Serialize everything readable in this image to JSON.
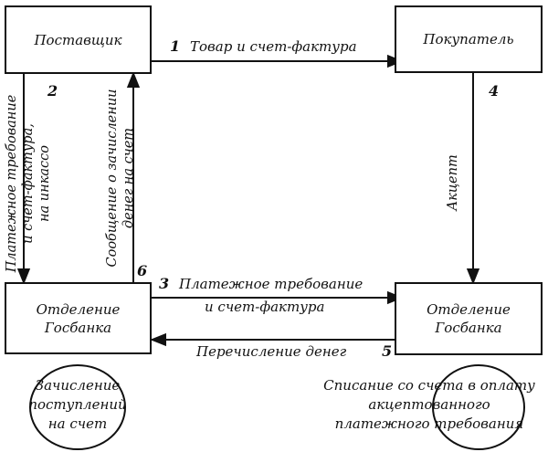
{
  "boxes": {
    "supplier": "Поставщик",
    "buyer": "Покупатель",
    "bank_left_line1": "Отделение",
    "bank_left_line2": "Госбанка",
    "bank_right_line1": "Отделение",
    "bank_right_line2": "Госбанка"
  },
  "flows": {
    "f1_num": "1",
    "f1_label": "Товар и счет-фактура",
    "f2_num": "2",
    "f2_line1": "Платежное требование",
    "f2_line2": "и счет-фактура,",
    "f2_line3": "на инкассо",
    "f3_num": "3",
    "f3_line1": "Платежное требование",
    "f3_line2": "и счет-фактура",
    "f4_num": "4",
    "f4_label": "Акцепт",
    "f5_num": "5",
    "f5_label": "Перечисление денег",
    "f6_num": "6",
    "f6_line1": "Сообщение о зачислении",
    "f6_line2": "денег на счет"
  },
  "notes": {
    "left_line1": "Зачисление",
    "left_line2": "поступлений",
    "left_line3": "на счет",
    "right_line1": "Списание со счета в оплату",
    "right_line2": "акцептованного",
    "right_line3": "платежного требования"
  }
}
